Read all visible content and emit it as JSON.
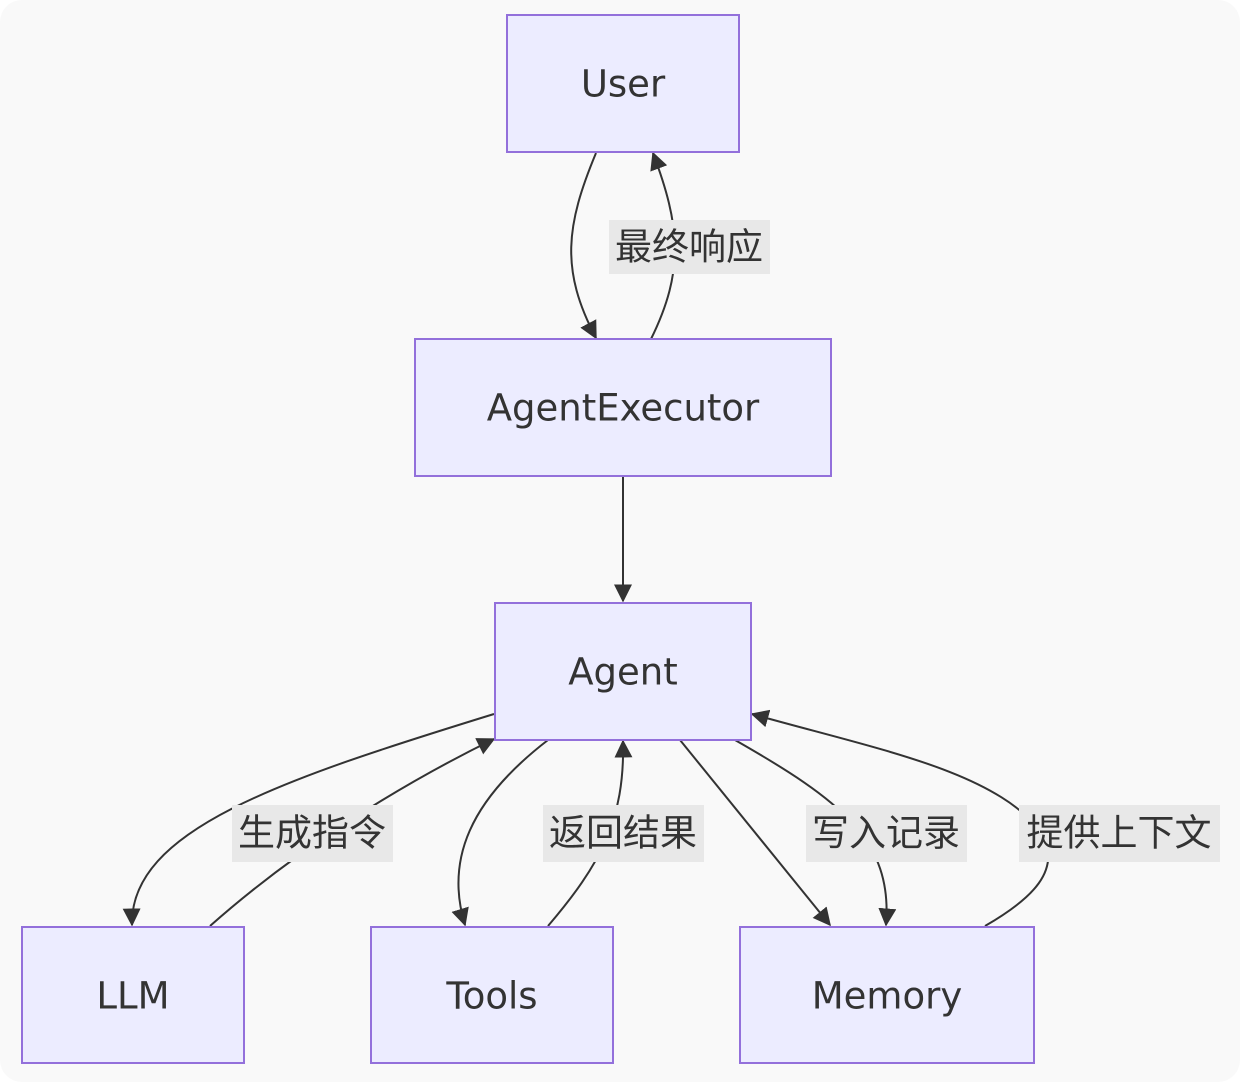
{
  "diagram": {
    "nodes": {
      "user": "User",
      "executor": "AgentExecutor",
      "agent": "Agent",
      "llm": "LLM",
      "tools": "Tools",
      "memory": "Memory"
    },
    "edge_labels": {
      "final_response": "最终响应",
      "generate_instructions": "生成指令",
      "return_results": "返回结果",
      "write_record": "写入记录",
      "provide_context": "提供上下文"
    },
    "edges": [
      {
        "from": "User",
        "to": "AgentExecutor",
        "label": ""
      },
      {
        "from": "AgentExecutor",
        "to": "User",
        "label": "最终响应"
      },
      {
        "from": "AgentExecutor",
        "to": "Agent",
        "label": ""
      },
      {
        "from": "Agent",
        "to": "LLM",
        "label": ""
      },
      {
        "from": "LLM",
        "to": "Agent",
        "label": "生成指令"
      },
      {
        "from": "Agent",
        "to": "Tools",
        "label": ""
      },
      {
        "from": "Tools",
        "to": "Agent",
        "label": "返回结果"
      },
      {
        "from": "Agent",
        "to": "Memory",
        "label": ""
      },
      {
        "from": "Agent",
        "to": "Memory",
        "label": "写入记录"
      },
      {
        "from": "Memory",
        "to": "Agent",
        "label": "提供上下文"
      }
    ],
    "colors": {
      "background": "#f9f9f9",
      "node_fill": "#ececff",
      "node_stroke": "#9370db",
      "edge": "#333333",
      "label_bg": "#e8e8e8",
      "text": "#333333"
    }
  }
}
